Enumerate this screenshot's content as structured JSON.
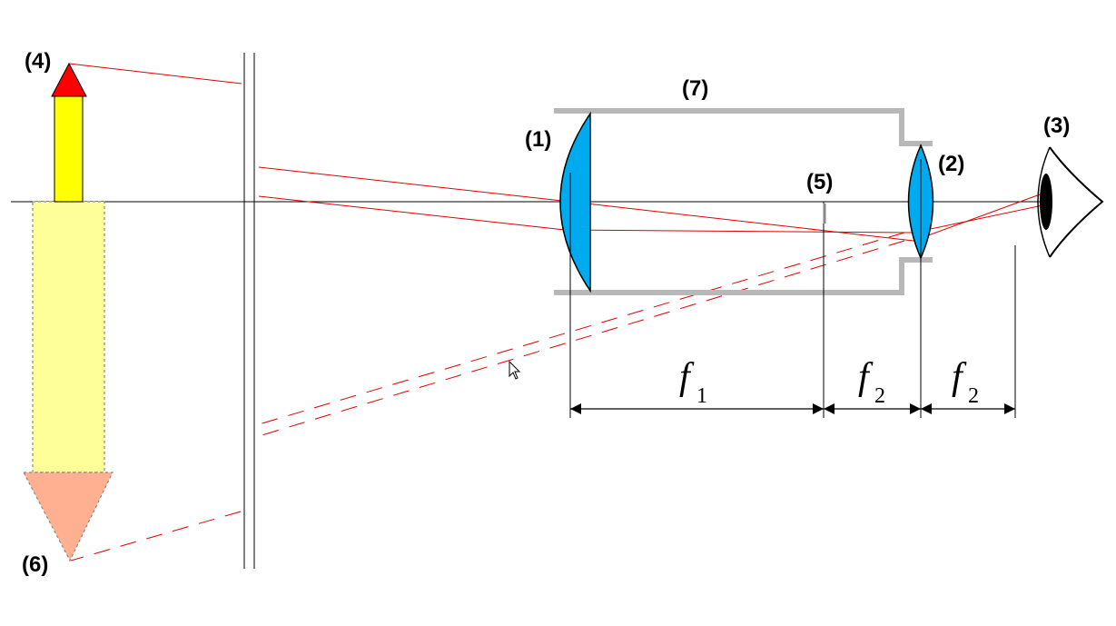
{
  "labels": {
    "objective_lens": "(1)",
    "eyepiece_lens": "(2)",
    "eye": "(3)",
    "object": "(4)",
    "focal_point": "(5)",
    "virtual_image": "(6)",
    "tube": "(7)"
  },
  "dimensions": {
    "f1": {
      "symbol": "f",
      "subscript": "1"
    },
    "f2_a": {
      "symbol": "f",
      "subscript": "2"
    },
    "f2_b": {
      "symbol": "f",
      "subscript": "2"
    }
  },
  "colors": {
    "ray": "#e00000",
    "lens_fill": "#00aaee",
    "tube": "#b8b8b8",
    "object_shaft": "#ffff00",
    "object_head": "#ff0000",
    "image_shaft": "#ffff99",
    "image_head": "#ffb090"
  },
  "icons": [
    "eye-icon",
    "mouse-cursor-icon"
  ]
}
